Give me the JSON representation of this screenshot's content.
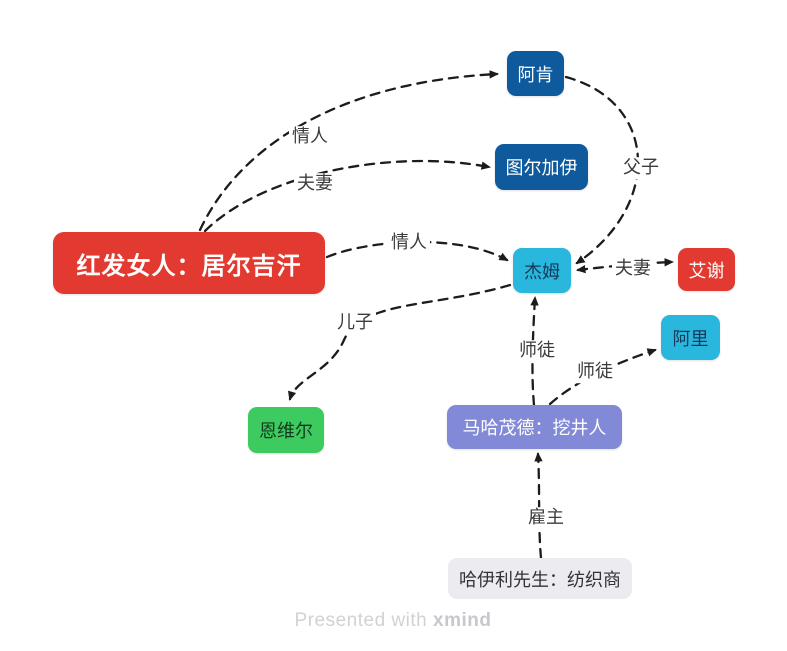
{
  "canvas": {
    "background": "#ffffff"
  },
  "nodes": [
    {
      "label": "红发女人：居尔吉汗",
      "bg": "#e23a30",
      "fg": "#ffffff"
    },
    {
      "label": "阿肯",
      "bg": "#0e5a9c",
      "fg": "#ffffff"
    },
    {
      "label": "图尔加伊",
      "bg": "#0e5a9c",
      "fg": "#ffffff"
    },
    {
      "label": "杰姆",
      "bg": "#29b7dd",
      "fg": "#16395a"
    },
    {
      "label": "艾谢",
      "bg": "#e23a30",
      "fg": "#ffffff"
    },
    {
      "label": "阿里",
      "bg": "#29b7dd",
      "fg": "#16395a"
    },
    {
      "label": "恩维尔",
      "bg": "#3dcb5f",
      "fg": "#14381f"
    },
    {
      "label": "马哈茂德：挖井人",
      "bg": "#8289d6",
      "fg": "#ffffff"
    },
    {
      "label": "哈伊利先生：纺织商",
      "bg": "#ebebf0",
      "fg": "#33323a"
    }
  ],
  "edges": [
    {
      "label": "情人",
      "from": "红发女人：居尔吉汗",
      "to": "阿肯",
      "bidirectional": false
    },
    {
      "label": "夫妻",
      "from": "红发女人：居尔吉汗",
      "to": "图尔加伊",
      "bidirectional": false
    },
    {
      "label": "情人",
      "from": "红发女人：居尔吉汗",
      "to": "杰姆",
      "bidirectional": false
    },
    {
      "label": "父子",
      "from": "阿肯",
      "to": "杰姆",
      "bidirectional": false
    },
    {
      "label": "夫妻",
      "from": "艾谢",
      "to": "杰姆",
      "bidirectional": true
    },
    {
      "label": "儿子",
      "from": "杰姆",
      "to": "恩维尔",
      "bidirectional": false
    },
    {
      "label": "师徒",
      "from": "马哈茂德：挖井人",
      "to": "杰姆",
      "bidirectional": false
    },
    {
      "label": "师徒",
      "from": "马哈茂德：挖井人",
      "to": "阿里",
      "bidirectional": false
    },
    {
      "label": "雇主",
      "from": "哈伊利先生：纺织商",
      "to": "马哈茂德：挖井人",
      "bidirectional": false
    }
  ],
  "line_style": {
    "color": "#1c1c1c",
    "dash": "9 7",
    "width": 2.3
  },
  "watermark": {
    "prefix": "Presented with ",
    "brand": "xmind"
  }
}
